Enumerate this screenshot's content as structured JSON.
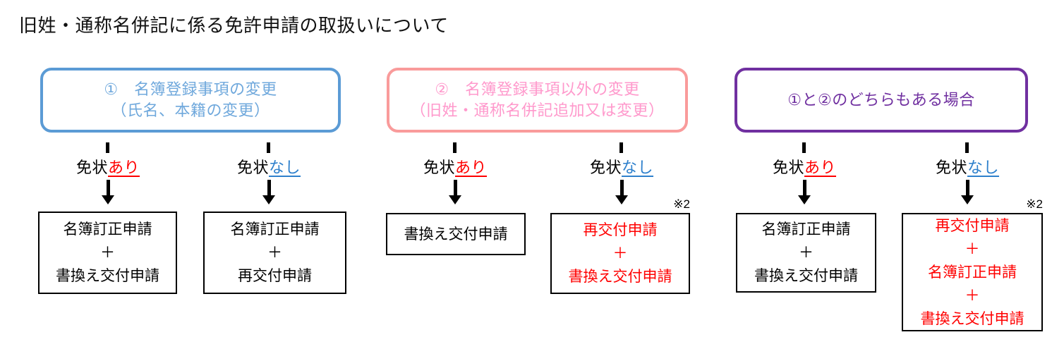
{
  "title": "旧姓・通称名併記に係る免許申請の取扱いについて",
  "colors": {
    "blue_border": "#5B9BD5",
    "blue_text": "#6FA8DC",
    "pink_border": "#F99B9B",
    "pink_text": "#FF99CC",
    "purple": "#7030A0",
    "red_text": "#FF0000",
    "nashi_blue": "#2E80CC",
    "arrow_black": "#000000"
  },
  "groups": [
    {
      "header": {
        "line1": "①　名簿登録事項の変更",
        "line2": "（氏名、本籍の変更）"
      },
      "branches": [
        {
          "label_prefix": "免状",
          "label_status": "あり",
          "result_lines": [
            "名簿訂正申請",
            "＋",
            "書換え交付申請"
          ]
        },
        {
          "label_prefix": "免状",
          "label_status": "なし",
          "result_lines": [
            "名簿訂正申請",
            "＋",
            "再交付申請"
          ]
        }
      ]
    },
    {
      "header": {
        "line1": "②　名簿登録事項以外の変更",
        "line2": "（旧姓・通称名併記追加又は変更）"
      },
      "branches": [
        {
          "label_prefix": "免状",
          "label_status": "あり",
          "result_lines": [
            "書換え交付申請"
          ]
        },
        {
          "label_prefix": "免状",
          "label_status": "なし",
          "note": "※2",
          "result_lines": [
            "再交付申請",
            "＋",
            "書換え交付申請"
          ]
        }
      ]
    },
    {
      "header": {
        "line1": "①と②のどちらもある場合",
        "line2": ""
      },
      "branches": [
        {
          "label_prefix": "免状",
          "label_status": "あり",
          "result_lines": [
            "名簿訂正申請",
            "＋",
            "書換え交付申請"
          ]
        },
        {
          "label_prefix": "免状",
          "label_status": "なし",
          "note": "※2",
          "result_lines": [
            "再交付申請",
            "＋",
            "名簿訂正申請",
            "＋",
            "書換え交付申請"
          ]
        }
      ]
    }
  ]
}
